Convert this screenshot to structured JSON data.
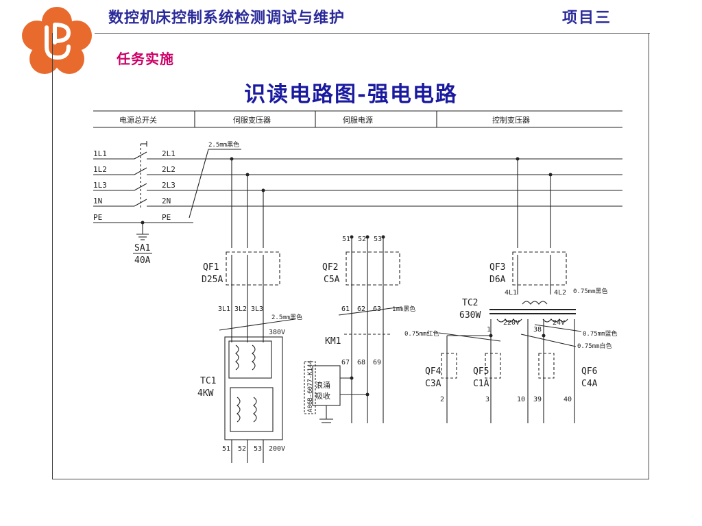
{
  "header": {
    "course_title": "数控机床控制系统检测调试与维护",
    "project": "项目三"
  },
  "section_label": "任务实施",
  "slide_title": "识读电路图-强电电路",
  "diagram": {
    "section_headers": [
      "电源总开关",
      "伺服变压器",
      "伺服电源",
      "控制变压器"
    ],
    "terminals_in": [
      "1L1",
      "1L2",
      "1L3",
      "1N",
      "PE"
    ],
    "terminals_out": [
      "2L1",
      "2L2",
      "2L3",
      "2N",
      "PE"
    ],
    "wire_label_1": "2.5mm黑色",
    "sa1": "SA1",
    "sa1_rating": "40A",
    "qf1": "QF1",
    "qf1_rating": "D25A",
    "qf1_out": [
      "3L1",
      "3L2",
      "3L3"
    ],
    "wire_label_2": "2.5mm黑色",
    "v380": "380V",
    "tc1": "TC1",
    "tc1_rating": "4KW",
    "tc1_out": [
      "51",
      "52",
      "53"
    ],
    "v200": "200V",
    "qf2_in": [
      "51",
      "52",
      "53"
    ],
    "qf2": "QF2",
    "qf2_rating": "C5A",
    "qf2_out": [
      "61",
      "62",
      "63"
    ],
    "wire_label_3": "1mm黑色",
    "km1": "KM1",
    "km1_out": [
      "67",
      "68",
      "69"
    ],
    "surge_label": "A06B-6077-K144",
    "surge_text_1": "浪涌",
    "surge_text_2": "吸收",
    "qf3": "QF3",
    "qf3_rating": "D6A",
    "qf3_out_l": "4L1",
    "qf3_out_r": "4L2",
    "wire_label_4": "0.75mm黑色",
    "tc2": "TC2",
    "tc2_rating": "630W",
    "v220": "220V",
    "v24": "24V",
    "node_1": "1",
    "node_38": "38",
    "wire_label_5": "0.75mm红色",
    "wire_label_6": "0.75mm蓝色",
    "wire_label_7": "0.75mm白色",
    "qf4": "QF4",
    "qf4_rating": "C3A",
    "qf5": "QF5",
    "qf5_rating": "C1A",
    "qf6": "QF6",
    "qf6_rating": "C4A",
    "out_nodes": [
      "2",
      "3",
      "10",
      "39",
      "40"
    ]
  },
  "colors": {
    "title_blue": "#1a1aa0",
    "header_blue": "#2a2a9a",
    "section_magenta": "#cc0066",
    "logo_orange": "#e86a2c"
  }
}
